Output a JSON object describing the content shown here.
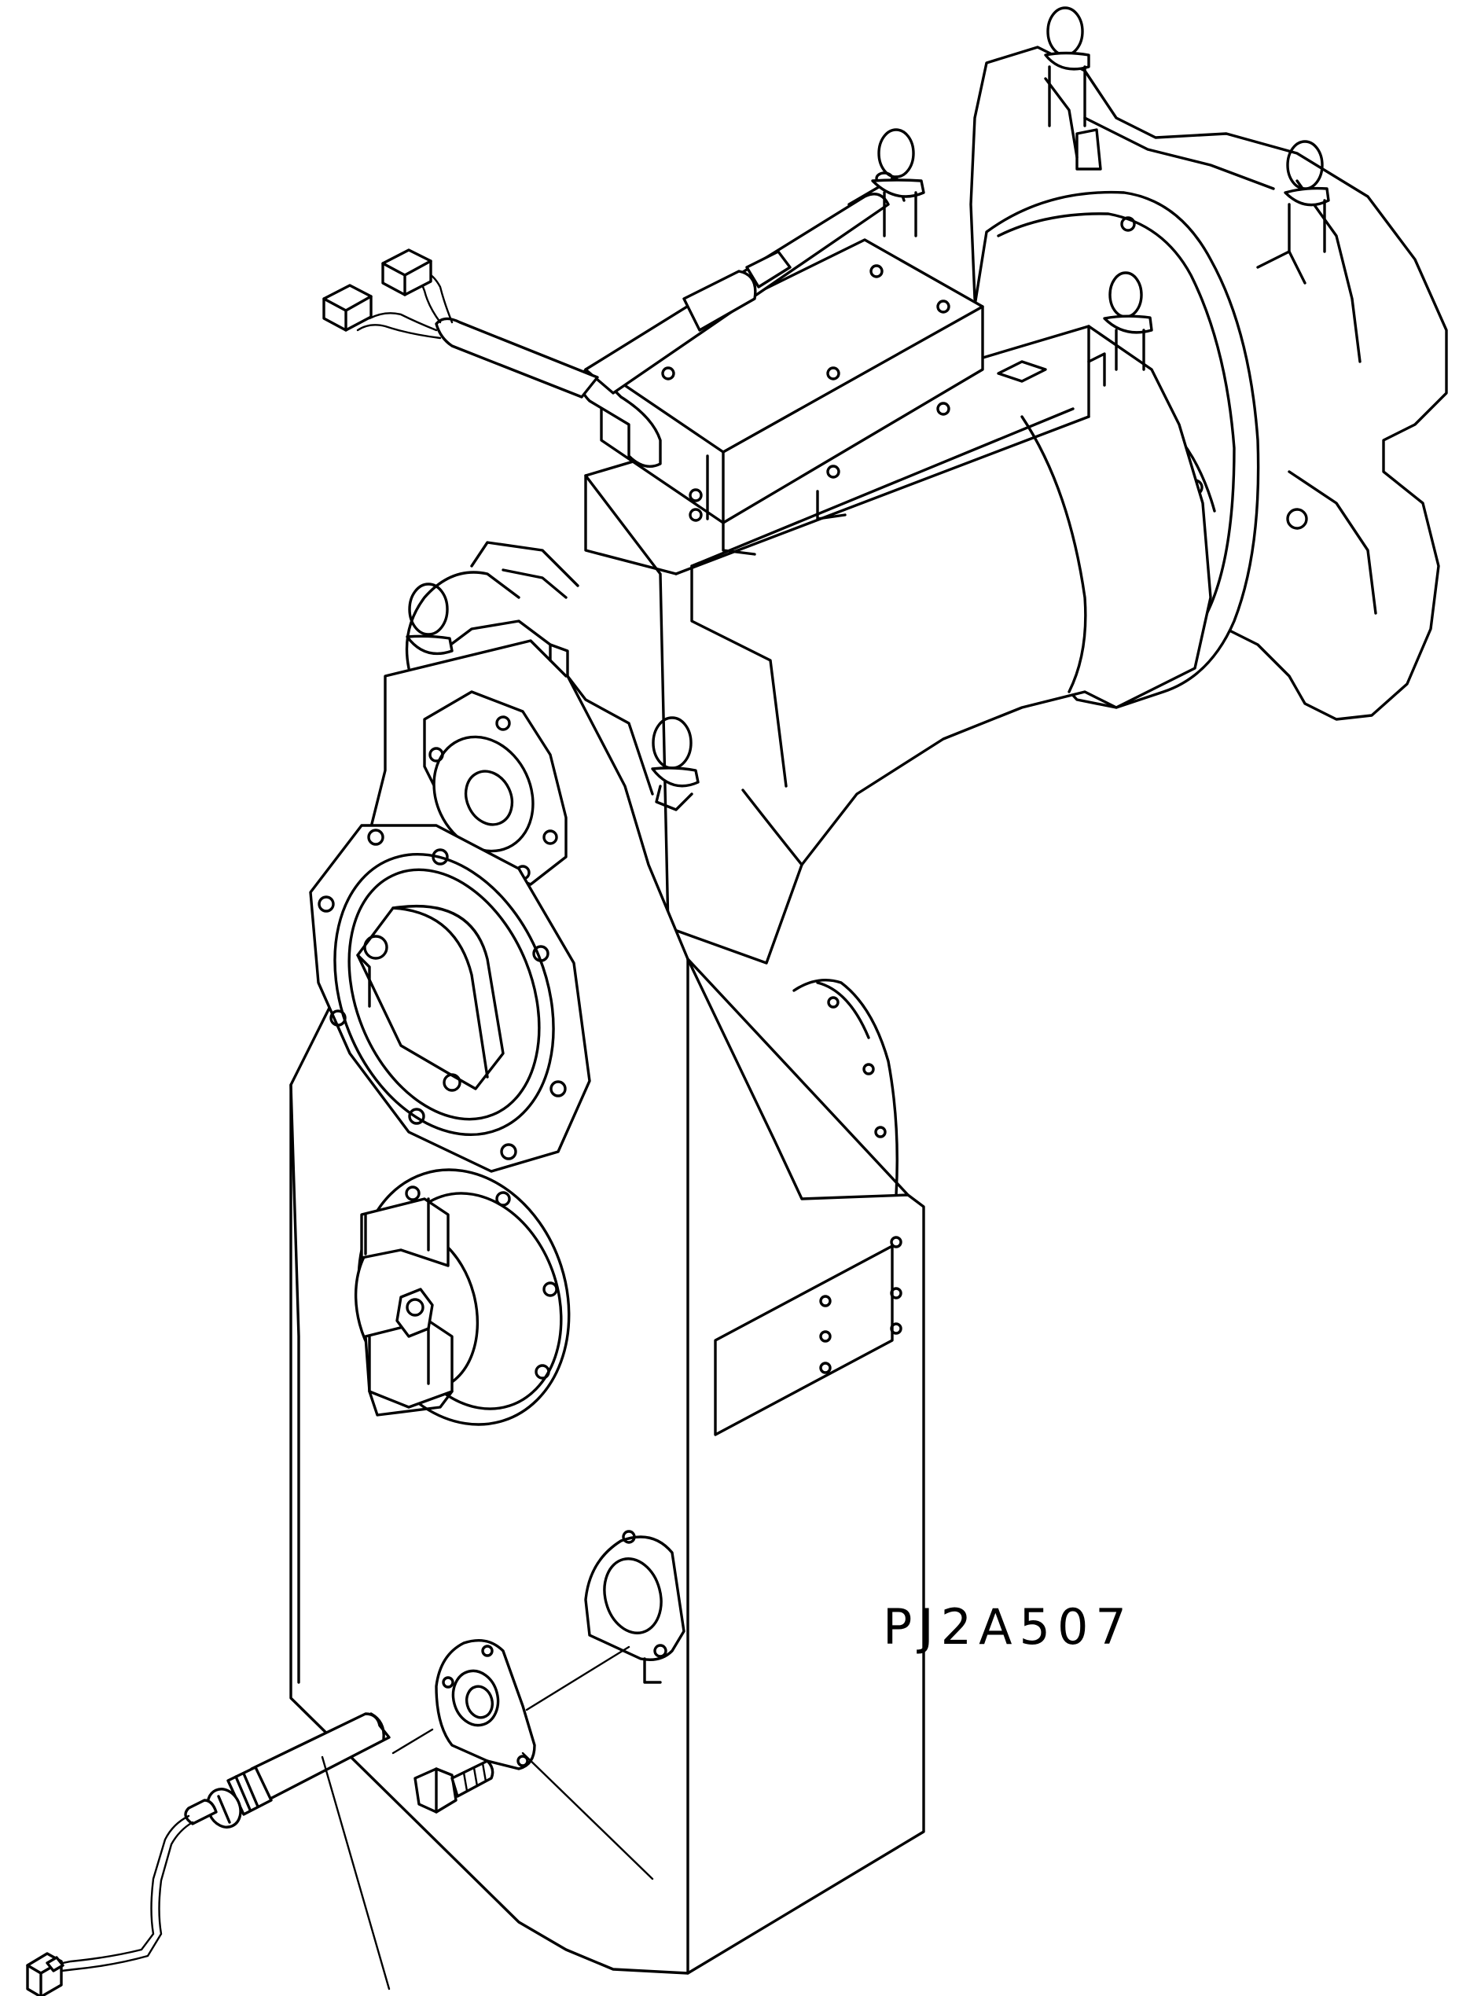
{
  "drawing": {
    "code": "PJ2A507"
  },
  "colors": {
    "line": "#000000",
    "background": "#ffffff"
  },
  "parts": [
    "transmission-housing",
    "lifting-eye",
    "control-valve",
    "wire-harness",
    "electrical-connector",
    "output-flange",
    "speed-sensor",
    "sensor-gasket",
    "mounting-bolt"
  ]
}
